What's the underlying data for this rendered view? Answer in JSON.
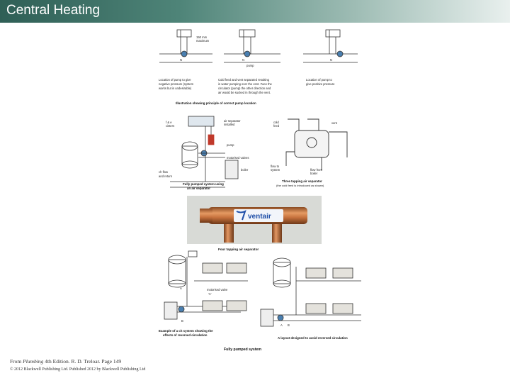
{
  "header": {
    "title": "Central Heating"
  },
  "figure": {
    "top_diagrams": {
      "labels": [
        "150 mm",
        "maximum",
        "N",
        "N",
        "pump",
        "N"
      ],
      "captions": [
        "Location of pump to give",
        "negative pressure (system",
        "works but is undesirable)",
        "Cold feed and vent separated resulting",
        "in water pumping over the vent. Face the",
        "circulator (pump) the other direction and",
        "air would be sucked in through the vent.",
        "Location of pump to",
        "give positive pressure"
      ],
      "title": "Illustration showing principle of correct pump location"
    },
    "middle_left": {
      "labels": [
        "f & e",
        "cistern",
        "air separator",
        "installed",
        "pump",
        "motorised valves",
        "boiler",
        "ch flow",
        "and return"
      ],
      "caption_lines": [
        "Fully pumped system using",
        "an air separator"
      ]
    },
    "middle_right": {
      "labels": [
        "cold",
        "feed",
        "vent",
        "flow to",
        "system",
        "flow from",
        "boiler"
      ],
      "caption_lines": [
        "Three tapping air separator",
        "(the cold feed is introduced as shown)"
      ]
    },
    "photo": {
      "brand": "ventair",
      "caption": "Four tapping air separator"
    },
    "bottom_left": {
      "labels": [
        "motorised valve",
        "'A'",
        "A",
        "B"
      ],
      "caption_lines": [
        "Example of a ch system showing the",
        "effects of reversed circulation"
      ]
    },
    "bottom_right": {
      "labels": [
        "A",
        "B"
      ],
      "caption": "A layout designed to avoid reversed circulation"
    },
    "bottom_title": "Fully pumped system"
  },
  "footer": {
    "citation_prefix": "From ",
    "citation_title": "Plumbing",
    "citation_suffix": " 4th Edition. R. D. Treloar. Page 149",
    "copyright": "© 2012 Blackwell Publishing Ltd. Published 2012 by Blackwell Publishing Ltd"
  },
  "colors": {
    "header_dark": "#2f5f56",
    "header_light": "#e9f0ee",
    "pipe": "#333333",
    "pump_fill": "#4a7fb0",
    "copper": "#c8733f",
    "label_blue": "#1f4fa8",
    "air_separator_red": "#c0392b"
  }
}
